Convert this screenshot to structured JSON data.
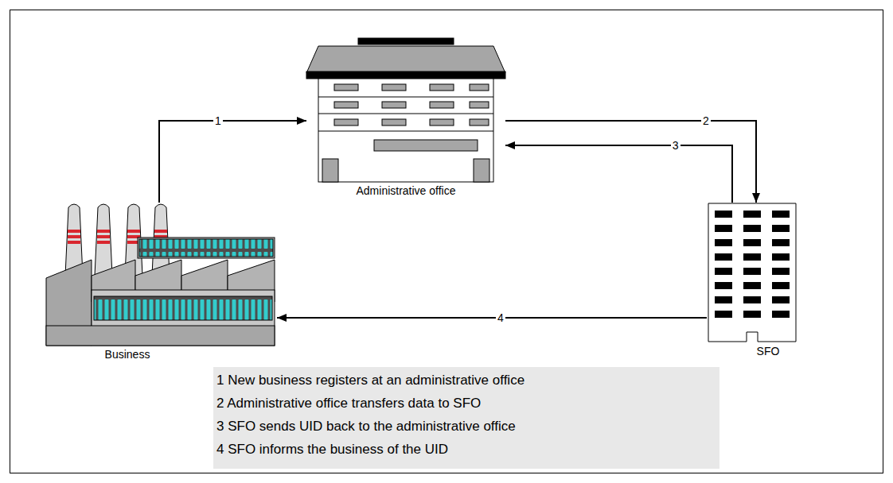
{
  "diagram": {
    "nodes": [
      {
        "text": [
          "Business"
        ]
      },
      {
        "text": [
          "Administrative office"
        ]
      },
      {
        "text": [
          "SFO"
        ]
      }
    ],
    "edges": [
      {
        "from": 0,
        "to": 1,
        "label": "1",
        "arrow": "to"
      },
      {
        "from": 1,
        "to": 2,
        "label": "2",
        "arrow": "to"
      },
      {
        "from": 2,
        "to": 1,
        "label": "3",
        "arrow": "to"
      },
      {
        "from": 2,
        "to": 0,
        "label": "4",
        "arrow": "to"
      }
    ],
    "labels": [
      "1 New business registers at an administrative office",
      "2 Administrative office transfers data to SFO",
      "3 SFO sends UID back to the administrative office",
      "4 SFO informs the business of the UID"
    ]
  }
}
